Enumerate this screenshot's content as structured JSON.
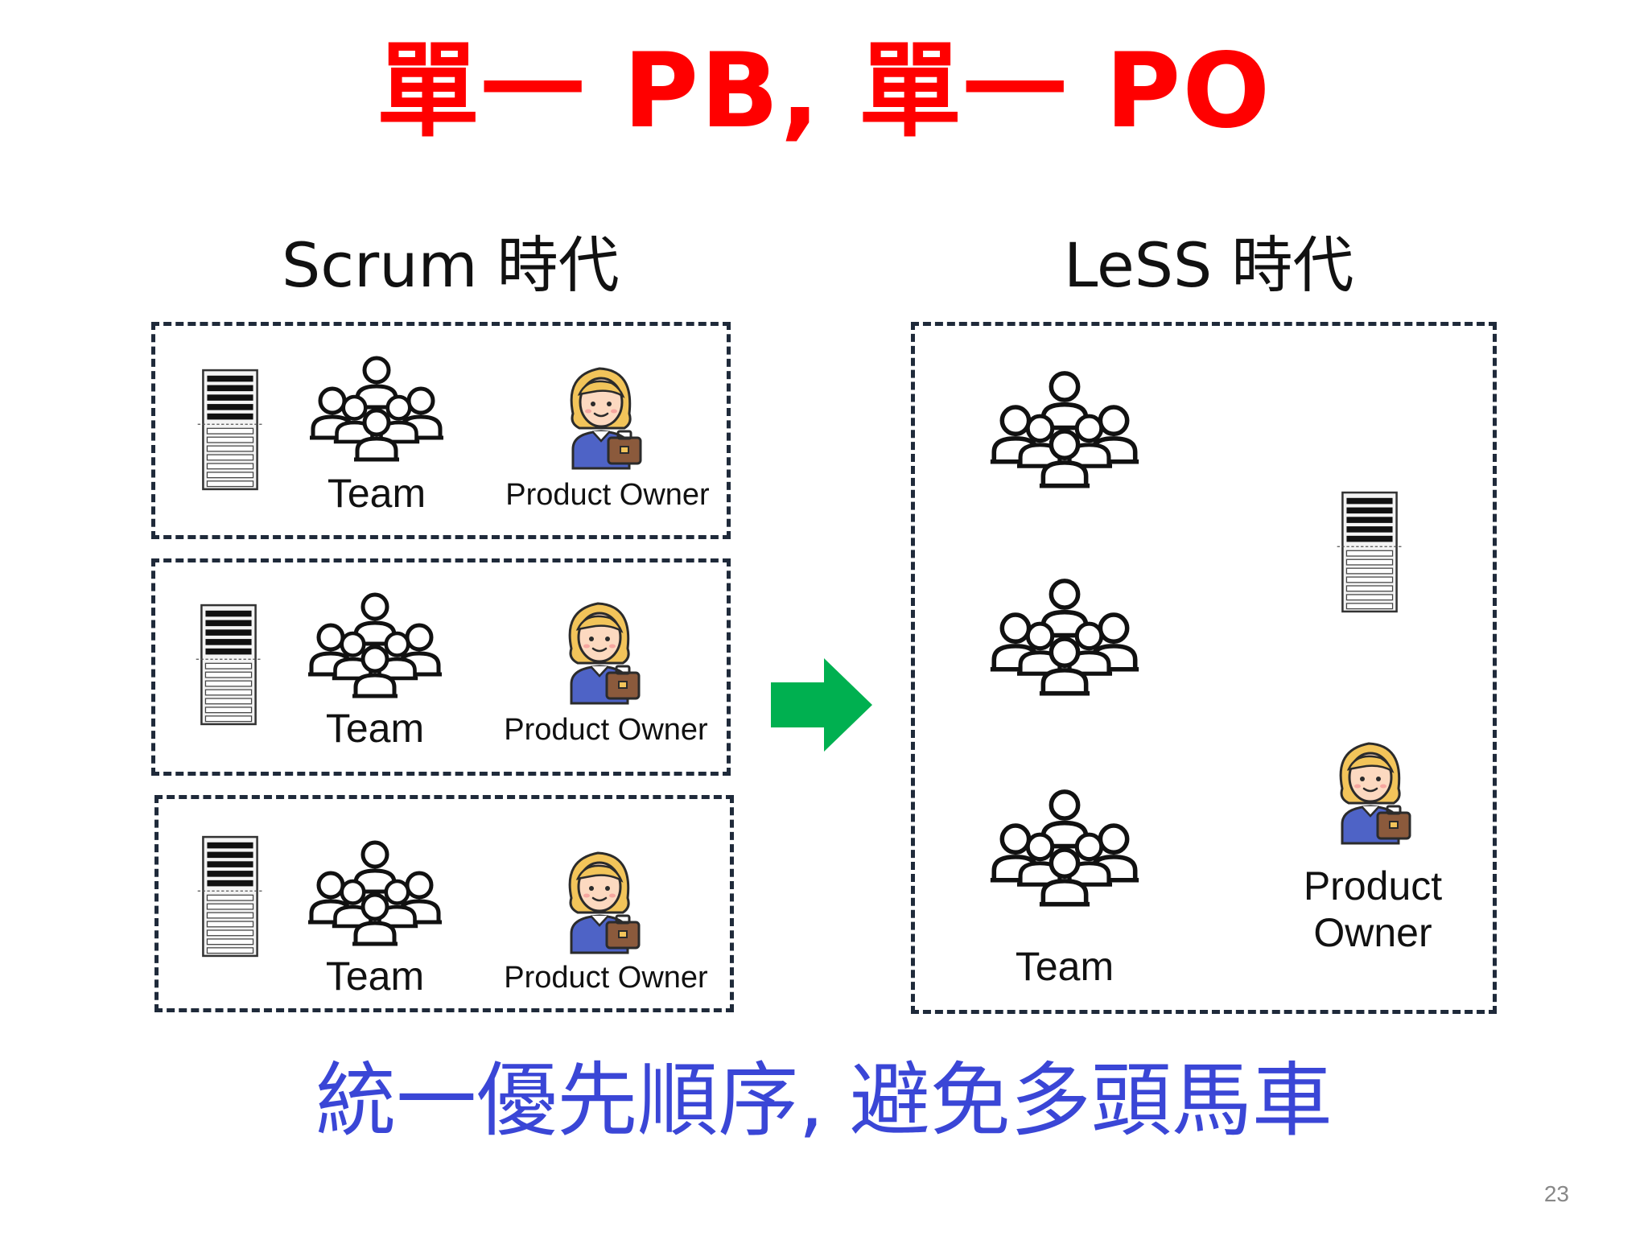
{
  "title": {
    "text": "單一 PB, 單一 PO",
    "color": "#ff0000"
  },
  "scrum": {
    "heading": "Scrum 時代",
    "rows": [
      {
        "team_label": "Team",
        "po_label": "Product Owner"
      },
      {
        "team_label": "Team",
        "po_label": "Product Owner"
      },
      {
        "team_label": "Team",
        "po_label": "Product Owner"
      }
    ]
  },
  "less": {
    "heading": "LeSS 時代",
    "team_label": "Team",
    "po_label_line1": "Product",
    "po_label_line2": "Owner"
  },
  "arrow": {
    "color": "#00b050",
    "icon": "arrow-right-icon"
  },
  "footer": {
    "text": "統一優先順序, 避免多頭馬車",
    "color": "#3a46d6"
  },
  "page_number": "23",
  "icons": {
    "backlog": "backlog-icon",
    "team": "team-icon",
    "product_owner": "product-owner-icon"
  }
}
